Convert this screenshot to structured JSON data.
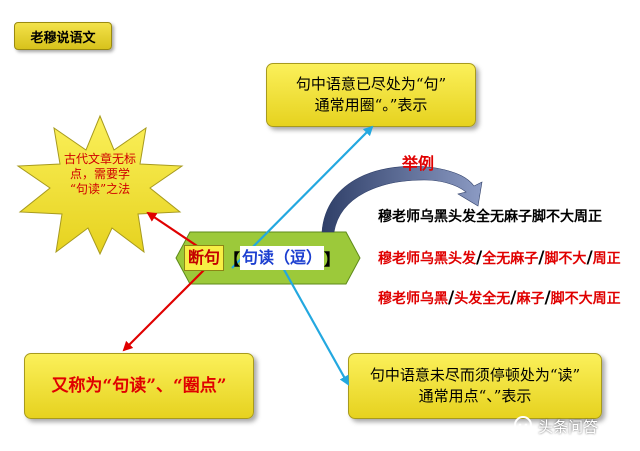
{
  "badge": "老穆说语文",
  "top_box": {
    "line1": "句中语意已尽处为“句”",
    "line2": "通常用圈“。”表示"
  },
  "bottom_right_box": {
    "line1": "句中语意未尽而须停顿处为“读”",
    "line2": "通常用点“、”表示"
  },
  "bottom_left_box": "又称为“句读”、“圈点”",
  "star": {
    "line1": "古代文章无标",
    "line2": "点，需要学",
    "line3": "“句读”之法"
  },
  "center": {
    "part1": "断句",
    "bracket_open": "【",
    "part2": "句读（逗）",
    "bracket_close": "】"
  },
  "example_title": "举例",
  "examples": {
    "line0": "穆老师乌黑头发全无麻子脚不大周正",
    "line1": [
      "穆老师乌黑头发",
      "全无麻子",
      "脚不大",
      "周正"
    ],
    "line2": [
      "穆老师乌黑",
      "头发全无",
      "麻子",
      "脚不大周正"
    ],
    "slash": "/"
  },
  "watermark": "头条问答",
  "colors": {
    "box_yellow": "#f3e43a",
    "center_green": "#9cc93a",
    "red": "#e00000",
    "blue": "#23a8e0"
  }
}
